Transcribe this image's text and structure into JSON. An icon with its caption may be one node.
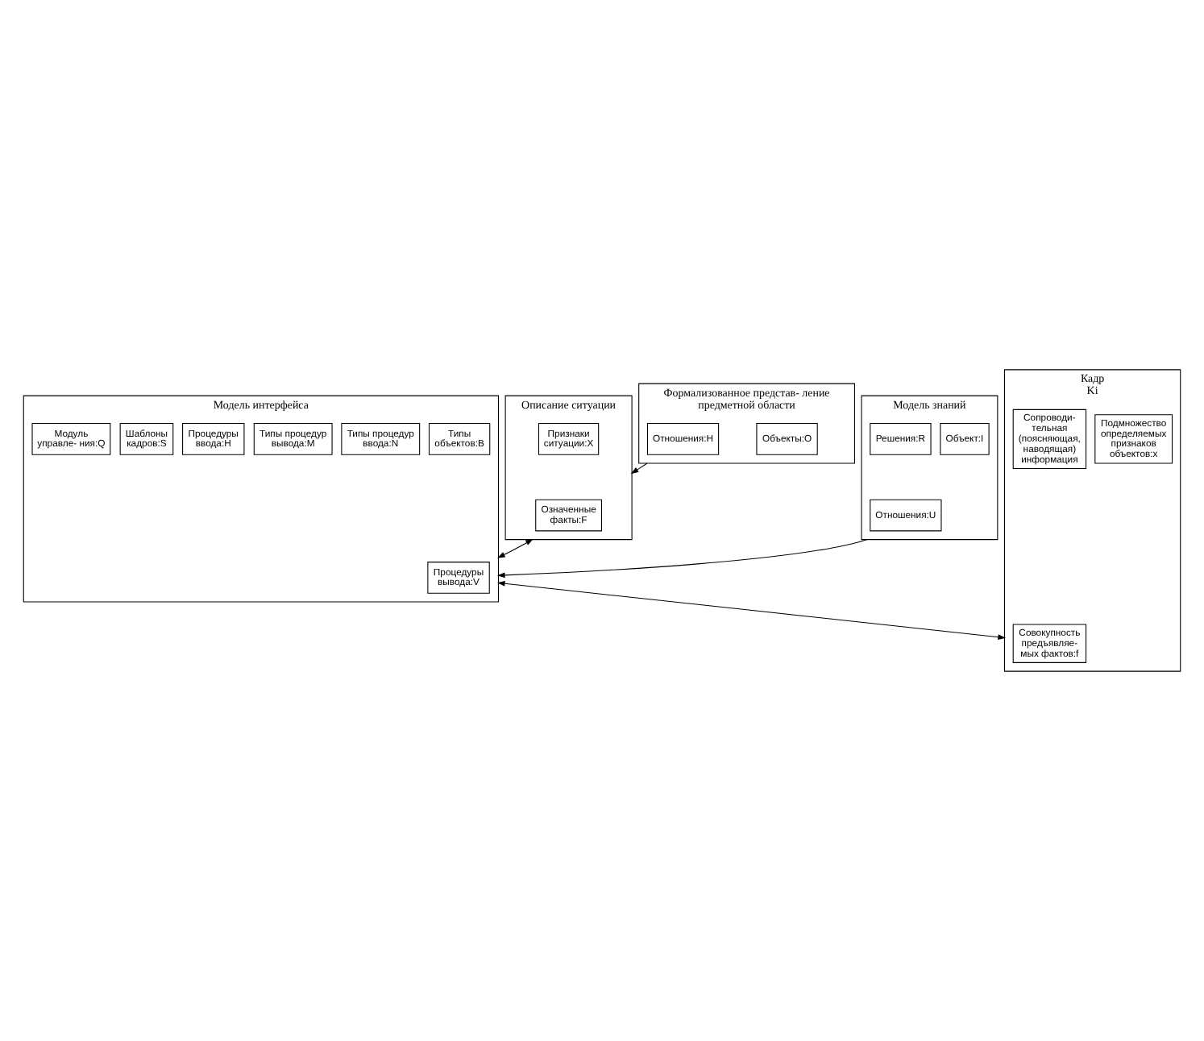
{
  "diagram": {
    "nodes": [
      {
        "text": [
          "Формализованное представ- ление предметной области"
        ]
      },
      {
        "text": [
          "Объекты:O"
        ],
        "in": 0
      },
      {
        "text": [
          "Отношения:H"
        ],
        "in": 0
      },
      {
        "text": [
          "Модель знаний"
        ]
      },
      {
        "text": [
          "Объект:I"
        ],
        "in": 3
      },
      {
        "text": [
          "Отношения:U"
        ],
        "in": 3
      },
      {
        "text": [
          "Решения:R"
        ],
        "in": 3
      },
      {
        "text": [
          "Описание ситуации"
        ]
      },
      {
        "text": [
          "Признаки ситуации:X"
        ],
        "in": 7
      },
      {
        "text": [
          "Означенные факты:F"
        ],
        "in": 7
      },
      {
        "text": [
          "Модель интерфейса"
        ]
      },
      {
        "text": [
          "Типы объектов:B"
        ],
        "in": 10
      },
      {
        "text": [
          "Типы процедур ввода:N"
        ],
        "in": 10
      },
      {
        "text": [
          "Типы процедур вывода:M"
        ],
        "in": 10
      },
      {
        "text": [
          "Процедуры вывода:V"
        ],
        "in": 10
      },
      {
        "text": [
          "Процедуры ввода:H"
        ],
        "in": 10
      },
      {
        "text": [
          "Шаблоны кадров:S"
        ],
        "in": 10
      },
      {
        "text": [
          "Модуль управле- ния:Q"
        ],
        "in": 10
      },
      {
        "text": [
          "Кадр",
          "Ki"
        ]
      },
      {
        "text": [
          "Подмножество определяемых признаков объектов:x"
        ],
        "in": 18
      },
      {
        "text": [
          "Совокупность предъявляе- мых фактов:f"
        ],
        "in": 18
      },
      {
        "text": [
          "Сопроводи- тельная (поясняющая, наводящая) информация"
        ],
        "in": 18
      }
    ],
    "edges": [
      {
        "from": 0,
        "to": 7,
        "arrow": "to"
      },
      {
        "from": 7,
        "to": 10,
        "arrow": "both"
      },
      {
        "from": 3,
        "to": 10,
        "arrow": "to"
      },
      {
        "from": 10,
        "to": 18,
        "arrow": "both"
      }
    ]
  }
}
